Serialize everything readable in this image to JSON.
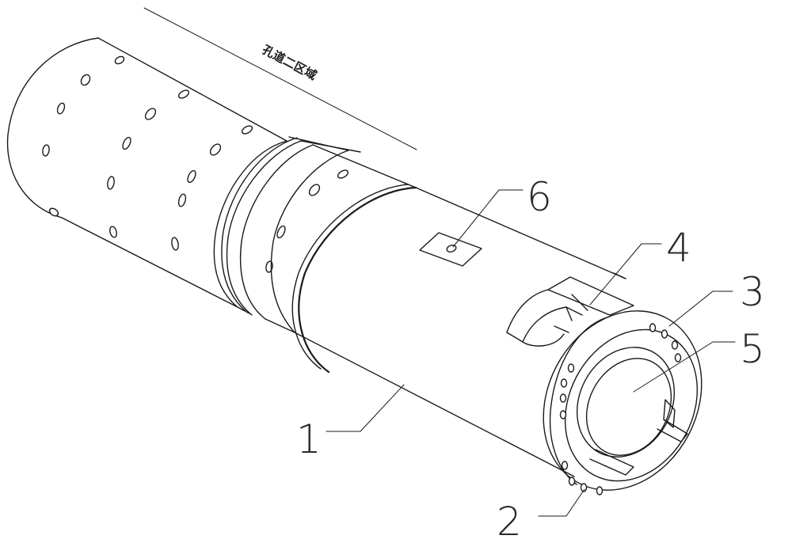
{
  "diagram": {
    "zone_label": "孔道二区域",
    "part_labels": {
      "body": "1",
      "bottom_holes": "2",
      "end_holes": "3",
      "slot": "4",
      "bore": "5",
      "plate": "6"
    }
  }
}
